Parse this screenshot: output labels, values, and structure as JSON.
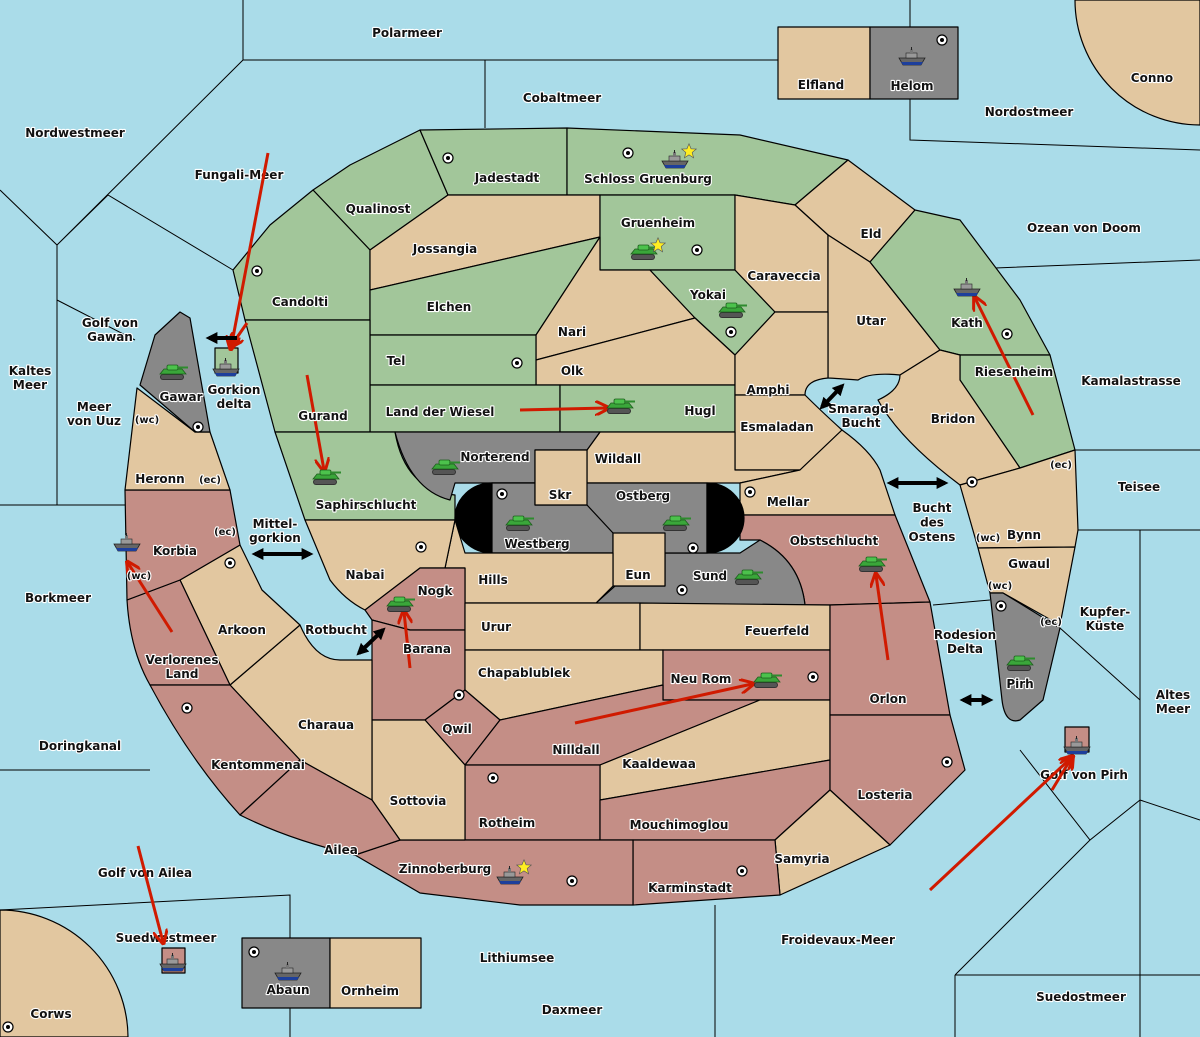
{
  "powers": {
    "green": {
      "color": "#a2c69a"
    },
    "red": {
      "color": "#c48e86"
    },
    "gray": {
      "color": "#888888"
    },
    "neutral": {
      "color": "#e2c7a0"
    },
    "sea": {
      "color": "#aadce9"
    },
    "order_arrow": {
      "color": "#d01a00"
    }
  },
  "sea": [
    [
      "Polarmeer"
    ],
    [
      "Cobaltmeer"
    ],
    [
      "Nordwestmeer"
    ],
    [
      "Nordostmeer"
    ],
    [
      "Fungali-Meer"
    ],
    [
      "Ozean von Doom"
    ],
    [
      "Golf von",
      "Gawan"
    ],
    [
      "Kaltes",
      "Meer"
    ],
    [
      "Meer",
      "von Uuz"
    ],
    [
      "Kamalastrasse"
    ],
    [
      "Smaragd-",
      "Bucht"
    ],
    [
      "Teisee"
    ],
    [
      "Bucht",
      "des",
      "Ostens"
    ],
    [
      "Mittel-",
      "gorkion"
    ],
    [
      "Borkmeer"
    ],
    [
      "Rotbucht"
    ],
    [
      "Kupfer-",
      "Küste"
    ],
    [
      "Rodesion",
      "Delta"
    ],
    [
      "Altes",
      "Meer"
    ],
    [
      "Doringkanal"
    ],
    [
      "Golf von Pirh"
    ],
    [
      "Golf von Ailea"
    ],
    [
      "Suedwestmeer"
    ],
    [
      "Froidevaux-Meer"
    ],
    [
      "Lithiumsee"
    ],
    [
      "Daxmeer"
    ],
    [
      "Suedostmeer"
    ]
  ],
  "land": [
    [
      "Elfland"
    ],
    [
      "Helom"
    ],
    [
      "Conno"
    ],
    [
      "Jadestadt"
    ],
    [
      "Schloss Gruenburg"
    ],
    [
      "Qualinost"
    ],
    [
      "Gruenheim"
    ],
    [
      "Jossangia"
    ],
    [
      "Eld"
    ],
    [
      "Caraveccia"
    ],
    [
      "Candolti"
    ],
    [
      "Yokai"
    ],
    [
      "Elchen"
    ],
    [
      "Nari"
    ],
    [
      "Utar"
    ],
    [
      "Kath"
    ],
    [
      "Tel"
    ],
    [
      "Olk"
    ],
    [
      "Riesenheim"
    ],
    [
      "Amphi"
    ],
    [
      "Gawar"
    ],
    [
      "Gorkion",
      "delta"
    ],
    [
      "Land der Wiesel"
    ],
    [
      "Hugl"
    ],
    [
      "Gurand"
    ],
    [
      "Bridon"
    ],
    [
      "Esmaladan"
    ],
    [
      "Norterend"
    ],
    [
      "Wildall"
    ],
    [
      "Heronn"
    ],
    [
      "Skr"
    ],
    [
      "Ostberg"
    ],
    [
      "Mellar"
    ],
    [
      "Saphirschlucht"
    ],
    [
      "Westberg"
    ],
    [
      "Obstschlucht"
    ],
    [
      "Bynn"
    ],
    [
      "Korbia"
    ],
    [
      "Gwaul"
    ],
    [
      "Nabai"
    ],
    [
      "Hills"
    ],
    [
      "Eun"
    ],
    [
      "Sund"
    ],
    [
      "Nogk"
    ],
    [
      "Urur"
    ],
    [
      "Feuerfeld"
    ],
    [
      "Arkoon"
    ],
    [
      "Barana"
    ],
    [
      "Verlorenes",
      "Land"
    ],
    [
      "Chapablublek"
    ],
    [
      "Neu Rom"
    ],
    [
      "Pirh"
    ],
    [
      "Orlon"
    ],
    [
      "Charaua"
    ],
    [
      "Qwil"
    ],
    [
      "Nilldall"
    ],
    [
      "Kaaldewaa"
    ],
    [
      "Kentommenai"
    ],
    [
      "Losteria"
    ],
    [
      "Sottovia"
    ],
    [
      "Rotheim"
    ],
    [
      "Mouchimoglou"
    ],
    [
      "Ailea"
    ],
    [
      "Samyria"
    ],
    [
      "Zinnoberburg"
    ],
    [
      "Karminstadt"
    ],
    [
      "Abaun"
    ],
    [
      "Ornheim"
    ],
    [
      "Corws"
    ]
  ],
  "coasts": {
    "wc": "(wc)",
    "ec": "(ec)"
  },
  "units": [
    {
      "type": "fleet",
      "icon": "ship-icon",
      "territory": "Schloss Gruenburg",
      "star": true
    },
    {
      "type": "fleet",
      "icon": "ship-icon",
      "territory": "Kath"
    },
    {
      "type": "fleet",
      "icon": "ship-icon",
      "territory": "Gorkion delta"
    },
    {
      "type": "fleet",
      "icon": "ship-icon",
      "territory": "Korbia"
    },
    {
      "type": "fleet",
      "icon": "ship-icon",
      "territory": "Zinnoberburg",
      "star": true
    },
    {
      "type": "fleet",
      "icon": "ship-icon",
      "territory": "Golf von Pirh"
    },
    {
      "type": "fleet",
      "icon": "ship-icon",
      "territory": "Suedwestmeer"
    },
    {
      "type": "fleet",
      "icon": "ship-icon",
      "territory": "Abaun"
    },
    {
      "type": "fleet",
      "icon": "ship-icon",
      "territory": "Helom"
    },
    {
      "type": "army",
      "icon": "tank-icon",
      "territory": "Gawar"
    },
    {
      "type": "army",
      "icon": "tank-icon",
      "territory": "Gruenheim",
      "star": true
    },
    {
      "type": "army",
      "icon": "tank-icon",
      "territory": "Yokai"
    },
    {
      "type": "army",
      "icon": "tank-icon",
      "territory": "Hugl"
    },
    {
      "type": "army",
      "icon": "tank-icon",
      "territory": "Saphirschlucht"
    },
    {
      "type": "army",
      "icon": "tank-icon",
      "territory": "Norterend"
    },
    {
      "type": "army",
      "icon": "tank-icon",
      "territory": "Westberg"
    },
    {
      "type": "army",
      "icon": "tank-icon",
      "territory": "Ostberg"
    },
    {
      "type": "army",
      "icon": "tank-icon",
      "territory": "Sund"
    },
    {
      "type": "army",
      "icon": "tank-icon",
      "territory": "Nogk"
    },
    {
      "type": "army",
      "icon": "tank-icon",
      "territory": "Obstschlucht"
    },
    {
      "type": "army",
      "icon": "tank-icon",
      "territory": "Neu Rom"
    },
    {
      "type": "army",
      "icon": "tank-icon",
      "territory": "Pirh"
    }
  ]
}
